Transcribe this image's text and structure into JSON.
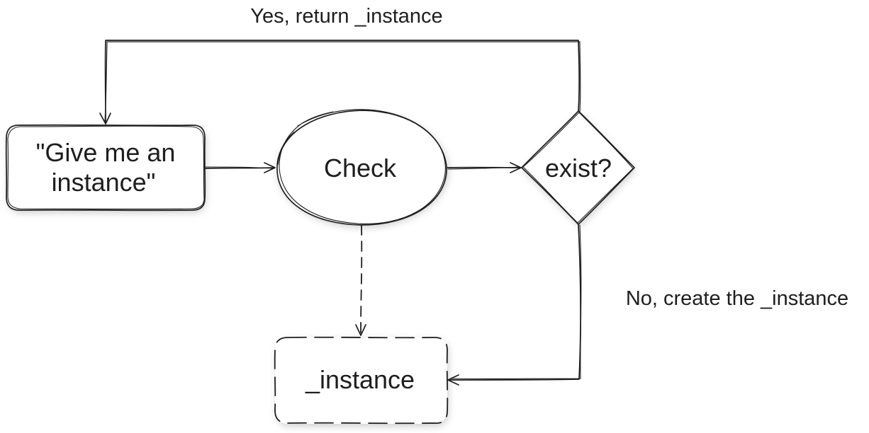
{
  "diagram": {
    "nodes": {
      "request": {
        "line1": "\"Give me an",
        "line2": "instance\""
      },
      "check": {
        "label": "Check"
      },
      "exist": {
        "label": "exist?"
      },
      "instance": {
        "label": "_instance"
      }
    },
    "edges": {
      "yes": {
        "label": "Yes, return _instance"
      },
      "no": {
        "label": "No, create the _instance"
      }
    },
    "colors": {
      "stroke": "#1e1e1e",
      "background": "#ffffff"
    }
  }
}
